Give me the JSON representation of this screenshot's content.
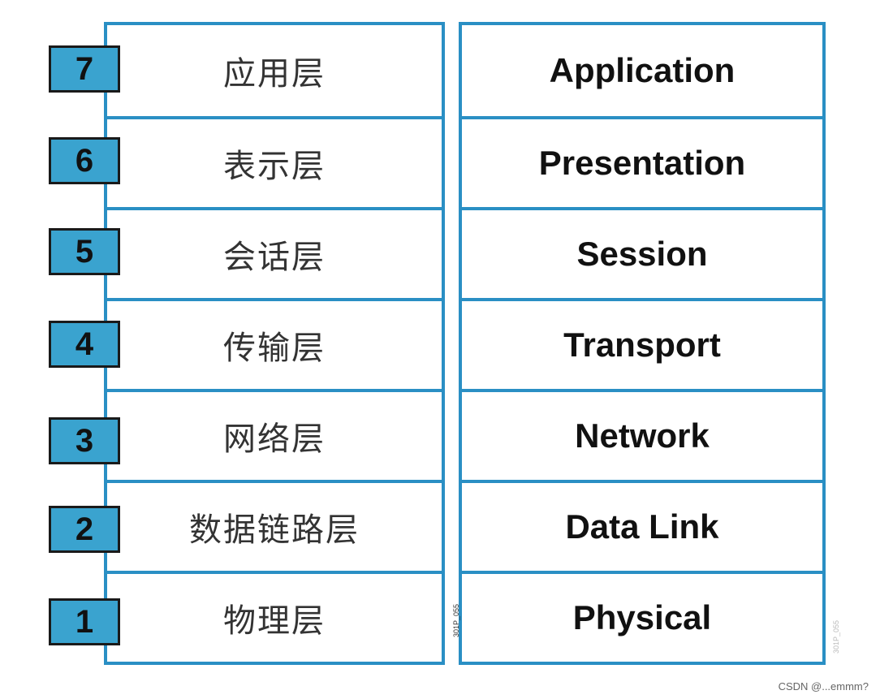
{
  "layers": [
    {
      "number": "7",
      "cn": "应用层",
      "en": "Application"
    },
    {
      "number": "6",
      "cn": "表示层",
      "en": "Presentation"
    },
    {
      "number": "5",
      "cn": "会话层",
      "en": "Session"
    },
    {
      "number": "4",
      "cn": "传输层",
      "en": "Transport"
    },
    {
      "number": "3",
      "cn": "网络层",
      "en": "Network"
    },
    {
      "number": "2",
      "cn": "数据链路层",
      "en": "Data Link"
    },
    {
      "number": "1",
      "cn": "物理层",
      "en": "Physical"
    }
  ],
  "figure_code": "301P_055",
  "watermark": "CSDN @...emmm?",
  "colors": {
    "accent": "#2a8fc4",
    "number_box": "#3aa3cf"
  }
}
